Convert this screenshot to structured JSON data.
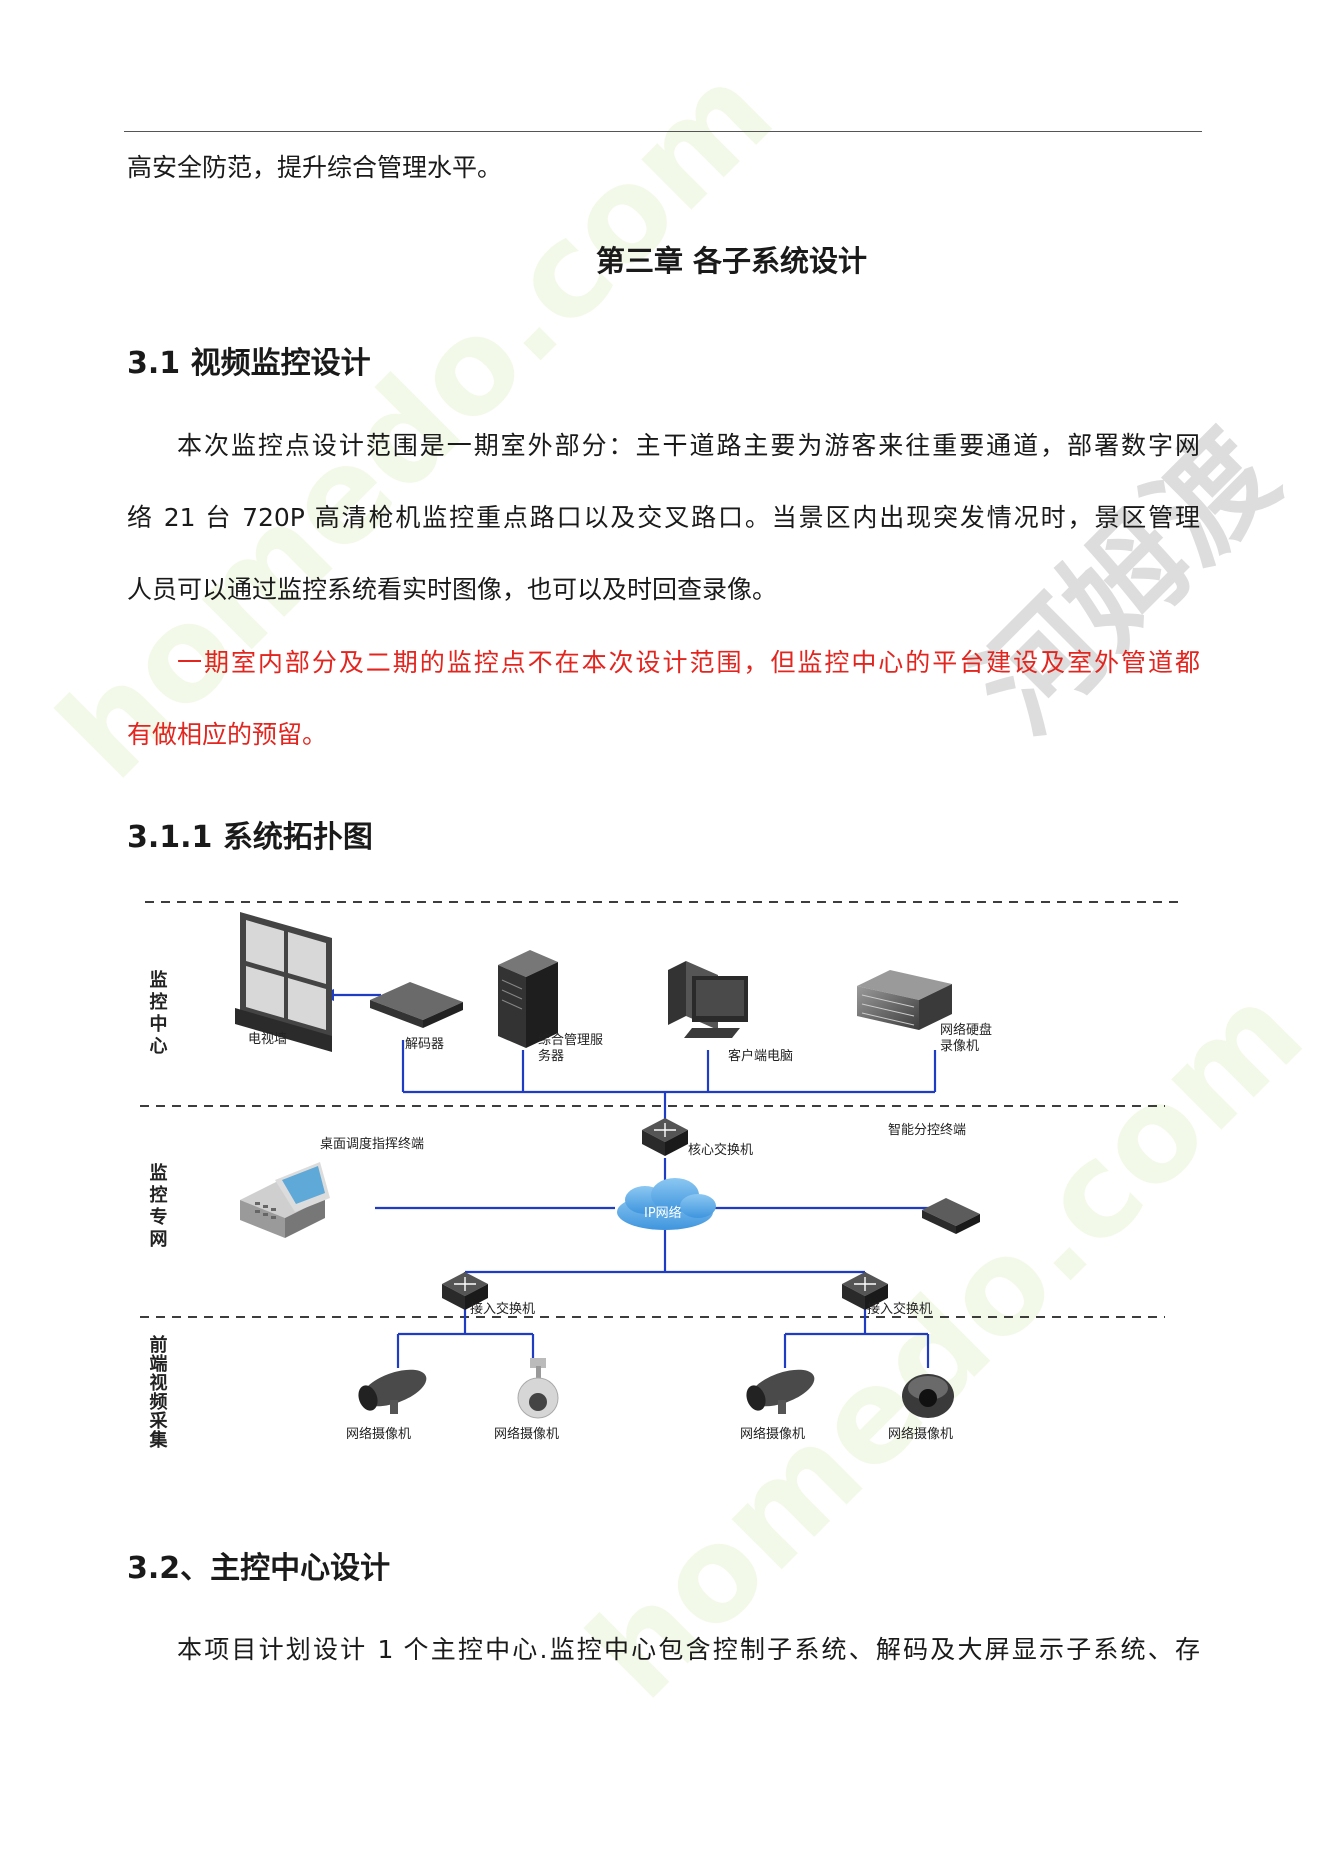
{
  "intro_tail": "高安全防范，提升综合管理水平。",
  "chapter_title": "第三章  各子系统设计",
  "section_3_1": {
    "heading": "3.1  视频监控设计",
    "para1_lines": [
      "本次监控点设计范围是一期室外部分：主干道路主要为游客来往重要通道，部署数字网",
      "络 21 台 720P 高清枪机监控重点路口以及交叉路口。当景区内出现突发情况时，景区管理",
      "人员可以通过监控系统看实时图像，也可以及时回查录像。"
    ],
    "para2_lines": [
      "一期室内部分及二期的监控点不在本次设计范围，但监控中心的平台建设及室外管道都",
      "有做相应的预留。"
    ]
  },
  "section_3_1_1": {
    "heading": "3.1.1  系统拓扑图"
  },
  "diagram": {
    "zones": [
      "监控中心",
      "监控专网",
      "前端视频采集"
    ],
    "center": {
      "tv_wall": "电视墙",
      "decoder": "解码器",
      "server_line1": "综合管理服",
      "server_line2": "务器",
      "client": "客户端电脑",
      "nvr_line1": "网络硬盘",
      "nvr_line2": "录像机"
    },
    "network": {
      "core_switch": "核心交换机",
      "desk_terminal": "桌面调度指挥终端",
      "ip_network": "IP网络",
      "smart_terminal": "智能分控终端",
      "access_switch_1": "接入交换机",
      "access_switch_2": "接入交换机"
    },
    "front": {
      "cam1": "网络摄像机",
      "cam2": "网络摄像机",
      "cam3": "网络摄像机",
      "cam4": "网络摄像机"
    }
  },
  "section_3_2": {
    "heading": "3.2、主控中心设计",
    "para_line": "本项目计划设计 1 个主控中心.监控中心包含控制子系统、解码及大屏显示子系统、存"
  },
  "watermarks": [
    "homedo.com",
    "河姆渡"
  ],
  "colors": {
    "link_blue": "#1f3cc4",
    "red_text": "#e3251f",
    "cloud_blue": "#5aa9e6"
  }
}
